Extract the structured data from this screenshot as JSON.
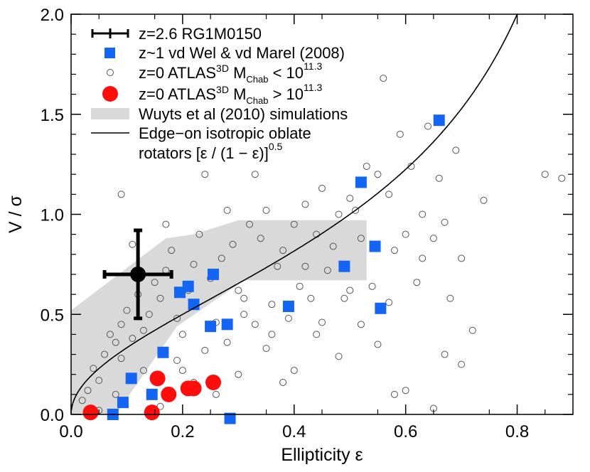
{
  "chart_data": {
    "type": "scatter",
    "xlabel": "Ellipticity ε",
    "ylabel": "V / σ",
    "xlim": [
      0,
      0.9
    ],
    "ylim": [
      0,
      2.0
    ],
    "x_ticks": [
      "0.0",
      "0.2",
      "0.4",
      "0.6",
      "0.8"
    ],
    "y_ticks": [
      "0.0",
      "0.5",
      "1.0",
      "1.5",
      "2.0"
    ],
    "x_tick_values": [
      0,
      0.2,
      0.4,
      0.6,
      0.8
    ],
    "y_tick_values": [
      0,
      0.5,
      1.0,
      1.5,
      2.0
    ],
    "legend_position": "top-left",
    "legend": {
      "rg": "z=2.6 RG1M0150",
      "vdwel": "z~1 vd Wel & vd Marel (2008)",
      "atlas_low_pre": "z=0 ATLAS",
      "atlas_low_sup": "3D",
      "atlas_low_m": " M",
      "atlas_low_sub": "Chab",
      "atlas_low_cmp": " < 10",
      "atlas_low_exp": "11.3",
      "atlas_high_pre": "z=0 ATLAS",
      "atlas_high_sup": "3D",
      "atlas_high_m": " M",
      "atlas_high_sub": "Chab",
      "atlas_high_cmp": " > 10",
      "atlas_high_exp": "11.3",
      "wuyts": "Wuyts et al (2010) simulations",
      "edge_line1": "Edge−on isotropic oblate",
      "edge_line2": "rotators [ε / (1 − ε)]",
      "edge_exp": "0.5"
    },
    "colors": {
      "vdwel": "#1565f5",
      "atlas_high": "#ff0d0d",
      "atlas_low": "#555555",
      "wuyts": "#d9d9d9",
      "rg": "#000000",
      "curve": "#000000"
    },
    "series": [
      {
        "name": "z=2.6 RG1M0150",
        "marker": "errorbar",
        "points": [
          {
            "x": 0.12,
            "y": 0.7,
            "xerr": 0.06,
            "yerr": 0.22
          }
        ]
      },
      {
        "name": "z~1 vd Wel & vd Marel (2008)",
        "marker": "square",
        "points": [
          [
            0.075,
            0.0
          ],
          [
            0.093,
            0.06
          ],
          [
            0.108,
            0.18
          ],
          [
            0.145,
            0.1
          ],
          [
            0.165,
            0.31
          ],
          [
            0.195,
            0.61
          ],
          [
            0.21,
            0.64
          ],
          [
            0.22,
            0.55
          ],
          [
            0.255,
            0.7
          ],
          [
            0.25,
            0.44
          ],
          [
            0.28,
            0.45
          ],
          [
            0.285,
            -0.02
          ],
          [
            0.39,
            0.54
          ],
          [
            0.49,
            0.74
          ],
          [
            0.52,
            1.16
          ],
          [
            0.545,
            0.84
          ],
          [
            0.555,
            0.53
          ],
          [
            0.66,
            1.47
          ]
        ]
      },
      {
        "name": "z=0 ATLAS3D MChab > 10^11.3",
        "marker": "large-circle",
        "points": [
          [
            0.035,
            0.01
          ],
          [
            0.145,
            0.01
          ],
          [
            0.155,
            0.18
          ],
          [
            0.175,
            0.1
          ],
          [
            0.21,
            0.13
          ],
          [
            0.22,
            0.13
          ],
          [
            0.255,
            0.16
          ]
        ]
      },
      {
        "name": "z=0 ATLAS3D MChab < 10^11.3",
        "marker": "open-circle",
        "points": [
          [
            0.02,
            0.07
          ],
          [
            0.03,
            0.12
          ],
          [
            0.04,
            0.23
          ],
          [
            0.05,
            0.17
          ],
          [
            0.06,
            0.3
          ],
          [
            0.07,
            0.4
          ],
          [
            0.08,
            0.36
          ],
          [
            0.09,
            0.28
          ],
          [
            0.09,
            0.45
          ],
          [
            0.1,
            0.52
          ],
          [
            0.11,
            0.38
          ],
          [
            0.12,
            0.6
          ],
          [
            0.13,
            0.42
          ],
          [
            0.14,
            0.5
          ],
          [
            0.15,
            0.66
          ],
          [
            0.16,
            0.58
          ],
          [
            0.17,
            0.72
          ],
          [
            0.18,
            0.82
          ],
          [
            0.19,
            0.48
          ],
          [
            0.2,
            0.4
          ],
          [
            0.21,
            0.62
          ],
          [
            0.22,
            0.75
          ],
          [
            0.23,
            0.9
          ],
          [
            0.24,
            1.2
          ],
          [
            0.25,
            0.68
          ],
          [
            0.26,
            0.46
          ],
          [
            0.27,
            0.78
          ],
          [
            0.28,
            1.02
          ],
          [
            0.29,
            0.85
          ],
          [
            0.3,
            0.62
          ],
          [
            0.31,
            0.5
          ],
          [
            0.32,
            0.95
          ],
          [
            0.33,
            1.2
          ],
          [
            0.34,
            0.88
          ],
          [
            0.35,
            1.02
          ],
          [
            0.36,
            0.55
          ],
          [
            0.37,
            0.74
          ],
          [
            0.38,
            0.82
          ],
          [
            0.39,
            0.48
          ],
          [
            0.4,
            0.95
          ],
          [
            0.41,
            0.64
          ],
          [
            0.42,
            1.05
          ],
          [
            0.43,
            0.58
          ],
          [
            0.44,
            0.9
          ],
          [
            0.45,
            1.13
          ],
          [
            0.46,
            0.72
          ],
          [
            0.47,
            0.84
          ],
          [
            0.48,
            1.0
          ],
          [
            0.49,
            0.58
          ],
          [
            0.5,
            1.08
          ],
          [
            0.51,
            1.02
          ],
          [
            0.52,
            0.88
          ],
          [
            0.53,
            1.24
          ],
          [
            0.54,
            0.64
          ],
          [
            0.55,
            1.2
          ],
          [
            0.56,
            1.68
          ],
          [
            0.57,
            1.1
          ],
          [
            0.58,
            0.82
          ],
          [
            0.59,
            1.4
          ],
          [
            0.6,
            0.9
          ],
          [
            0.61,
            1.24
          ],
          [
            0.62,
            0.66
          ],
          [
            0.63,
            1.0
          ],
          [
            0.64,
            1.44
          ],
          [
            0.65,
            0.88
          ],
          [
            0.66,
            1.18
          ],
          [
            0.67,
            0.96
          ],
          [
            0.68,
            0.58
          ],
          [
            0.69,
            1.32
          ],
          [
            0.7,
            0.78
          ],
          [
            0.72,
            0.42
          ],
          [
            0.74,
            1.07
          ],
          [
            0.85,
            1.2
          ],
          [
            0.88,
            1.18
          ],
          [
            0.05,
            0.02
          ],
          [
            0.08,
            0.1
          ],
          [
            0.13,
            0.22
          ],
          [
            0.16,
            0.04
          ],
          [
            0.19,
            0.27
          ],
          [
            0.22,
            0.16
          ],
          [
            0.26,
            0.1
          ],
          [
            0.3,
            0.2
          ],
          [
            0.35,
            0.33
          ],
          [
            0.4,
            0.22
          ],
          [
            0.44,
            0.4
          ],
          [
            0.48,
            0.29
          ],
          [
            0.55,
            0.35
          ],
          [
            0.6,
            0.12
          ],
          [
            0.65,
            0.03
          ],
          [
            0.7,
            0.25
          ],
          [
            0.31,
            0.58
          ],
          [
            0.36,
            0.4
          ],
          [
            0.45,
            0.46
          ],
          [
            0.5,
            0.62
          ],
          [
            0.58,
            0.1
          ],
          [
            0.63,
            0.78
          ],
          [
            0.17,
            0.95
          ],
          [
            0.11,
            0.85
          ],
          [
            0.09,
            1.1
          ],
          [
            0.2,
            0.22
          ],
          [
            0.24,
            0.32
          ],
          [
            0.28,
            0.36
          ],
          [
            0.33,
            0.45
          ],
          [
            0.38,
            0.16
          ],
          [
            0.42,
            0.74
          ],
          [
            0.52,
            0.45
          ],
          [
            0.57,
            0.56
          ],
          [
            0.67,
            0.3
          ]
        ]
      },
      {
        "name": "Edge−on isotropic oblate rotators [ε / (1 − ε)]^0.5",
        "marker": "curve",
        "formula": "sqrt(eps/(1-eps))"
      },
      {
        "name": "Wuyts et al (2010) simulations",
        "marker": "band",
        "polygon": [
          [
            0.0,
            0.0
          ],
          [
            0.08,
            0.0
          ],
          [
            0.1,
            0.08
          ],
          [
            0.19,
            0.44
          ],
          [
            0.31,
            0.67
          ],
          [
            0.53,
            0.67
          ],
          [
            0.53,
            0.97
          ],
          [
            0.3,
            0.97
          ],
          [
            0.22,
            0.9
          ],
          [
            0.17,
            0.88
          ],
          [
            0.0,
            0.52
          ]
        ]
      }
    ]
  }
}
